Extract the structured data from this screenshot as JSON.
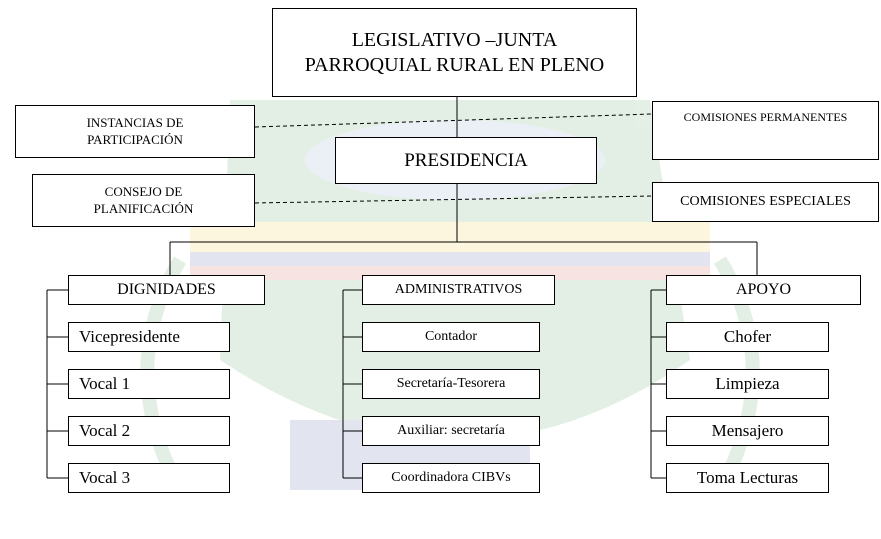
{
  "colors": {
    "line": "#000000",
    "watermark_green": "#2e8b3a",
    "watermark_red": "#c8322b",
    "watermark_blue": "#2a3f8f",
    "watermark_yellow": "#e2c100"
  },
  "top": {
    "title": "LEGISLATIVO –JUNTA\nPARROQUIAL RURAL EN PLENO"
  },
  "presidencia": "PRESIDENCIA",
  "left_side": [
    {
      "label": "INSTANCIAS DE\nPARTICIPACIÓN"
    },
    {
      "label": "CONSEJO DE\nPLANIFICACIÓN"
    }
  ],
  "right_side": [
    {
      "label": "COMISIONES PERMANENTES"
    },
    {
      "label": "COMISIONES ESPECIALES"
    }
  ],
  "branches": [
    {
      "head": "DIGNIDADES",
      "items": [
        "Vicepresidente",
        "Vocal 1",
        "Vocal 2",
        "Vocal 3"
      ]
    },
    {
      "head": "ADMINISTRATIVOS",
      "items": [
        "Contador",
        "Secretaría-Tesorera",
        "Auxiliar: secretaría",
        "Coordinadora CIBVs"
      ]
    },
    {
      "head": "APOYO",
      "items": [
        "Chofer",
        "Limpieza",
        "Mensajero",
        "Toma Lecturas"
      ]
    }
  ]
}
